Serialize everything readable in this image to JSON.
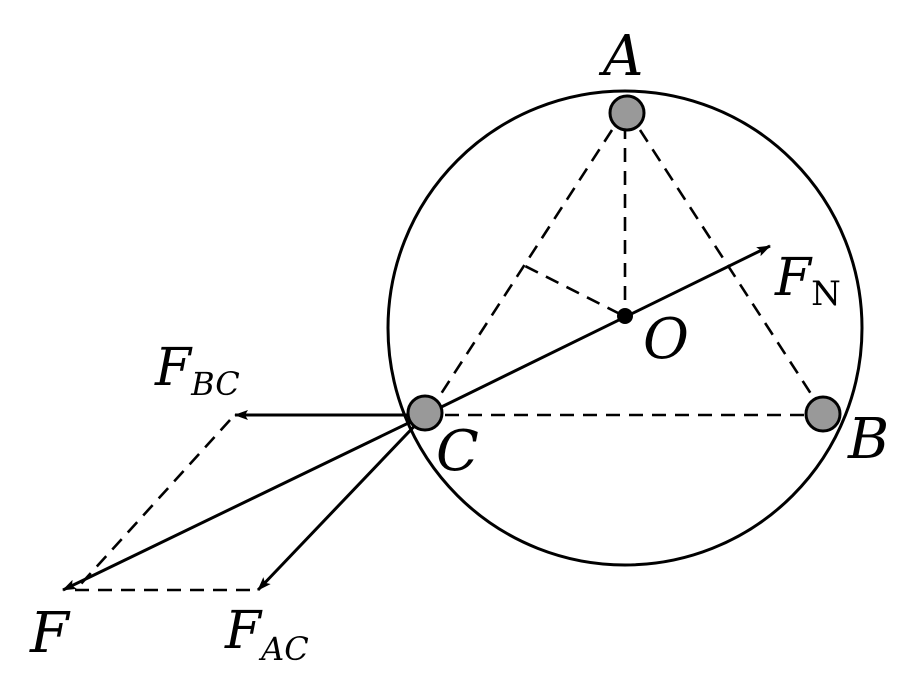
{
  "labels": {
    "A": "A",
    "B": "B",
    "C": "C",
    "O": "O",
    "F": "F",
    "F_main": "F",
    "F_N_sub": "N",
    "F_BC_sub": "BC",
    "F_AC_sub": "AC"
  },
  "colors": {
    "ball_fill": "#999999",
    "stroke": "#000000"
  }
}
